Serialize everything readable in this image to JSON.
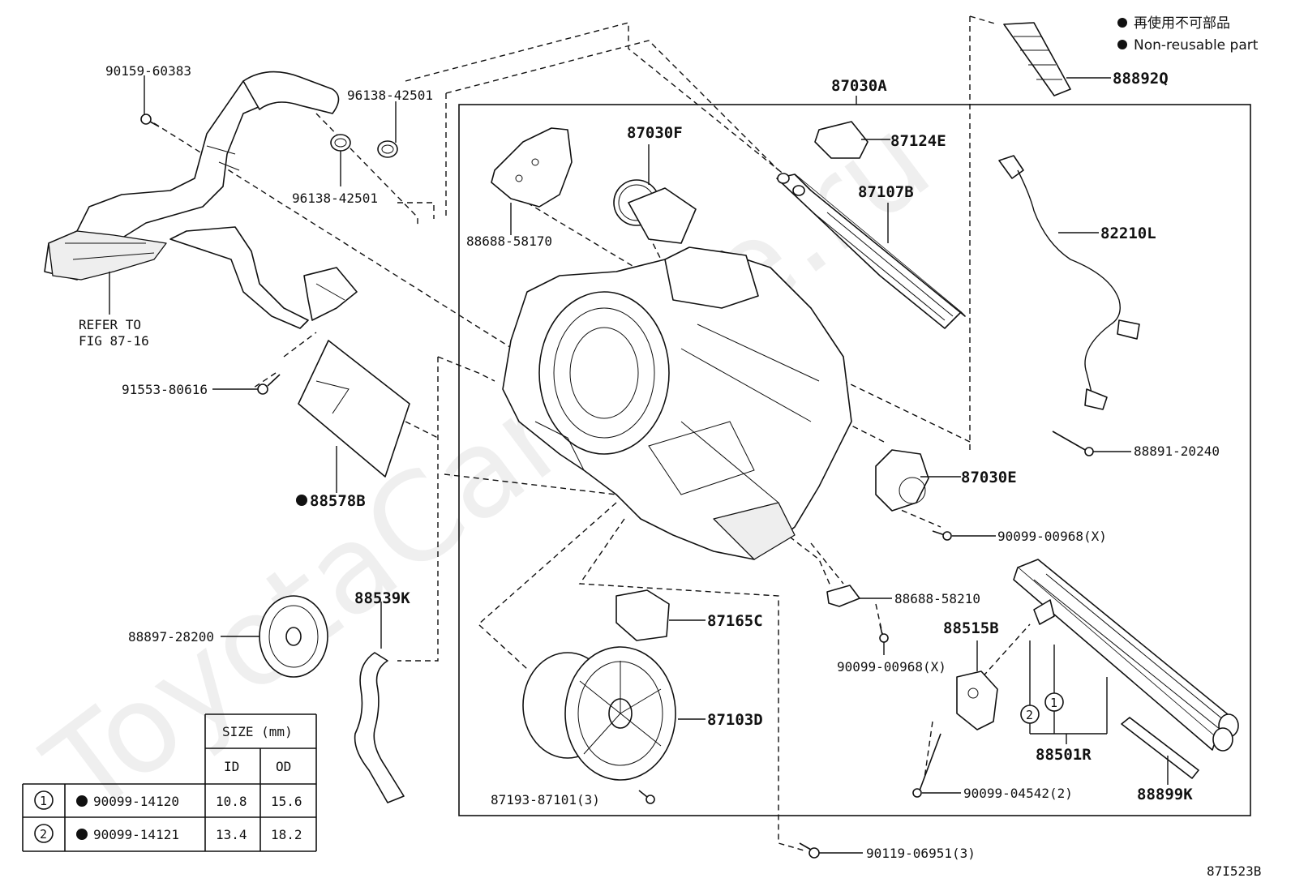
{
  "legend": {
    "line1": "再使用不可部品",
    "line2": "Non-reusable part"
  },
  "watermark": "ToyotaCarMine.ru",
  "figure_code": "87I523B",
  "labels": {
    "p90159_60383": "90159-60383",
    "p96138_42501_a": "96138-42501",
    "p96138_42501_b": "96138-42501",
    "refer_to": "REFER TO",
    "fig_ref": "FIG 87-16",
    "p91553_80616": "91553-80616",
    "p88578B": "88578B",
    "p88539K": "88539K",
    "p88897_28200": "88897-28200",
    "p88688_58170": "88688-58170",
    "p87030F": "87030F",
    "p87030A": "87030A",
    "p87124E": "87124E",
    "p87107B": "87107B",
    "p88892Q": "88892Q",
    "p82210L": "82210L",
    "p88891_20240": "88891-20240",
    "p87030E": "87030E",
    "p90099_00968_a": "90099-00968(X)",
    "p88688_58210": "88688-58210",
    "p90099_00968_b": "90099-00968(X)",
    "p88515B": "88515B",
    "p87165C": "87165C",
    "p87103D": "87103D",
    "p87193_87101": "87193-87101(3)",
    "p90119_06951": "90119-06951(3)",
    "p90099_04542": "90099-04542(2)",
    "p88501R": "88501R",
    "p88899K": "88899K"
  },
  "callouts": {
    "one": "1",
    "two": "2"
  },
  "size_table": {
    "header": "SIZE (mm)",
    "col_id": "ID",
    "col_od": "OD",
    "rows": [
      {
        "ref": "1",
        "part": "90099-14120",
        "id": "10.8",
        "od": "15.6"
      },
      {
        "ref": "2",
        "part": "90099-14121",
        "id": "13.4",
        "od": "18.2"
      }
    ]
  }
}
